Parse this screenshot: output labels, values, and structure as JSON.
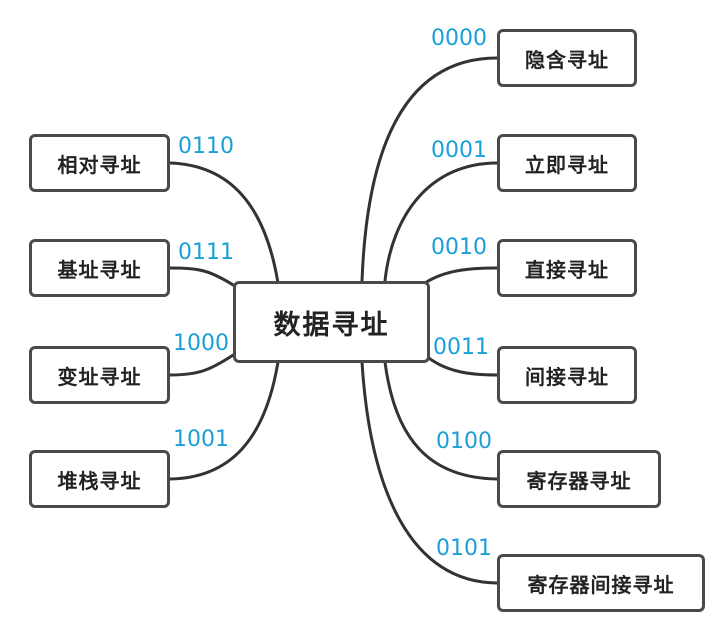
{
  "center": {
    "label": "数据寻址"
  },
  "left": [
    {
      "label": "相对寻址",
      "code": "0110"
    },
    {
      "label": "基址寻址",
      "code": "0111"
    },
    {
      "label": "变址寻址",
      "code": "1000"
    },
    {
      "label": "堆栈寻址",
      "code": "1001"
    }
  ],
  "right": [
    {
      "label": "隐含寻址",
      "code": "0000"
    },
    {
      "label": "立即寻址",
      "code": "0001"
    },
    {
      "label": "直接寻址",
      "code": "0010"
    },
    {
      "label": "间接寻址",
      "code": "0011"
    },
    {
      "label": "寄存器寻址",
      "code": "0100"
    },
    {
      "label": "寄存器间接寻址",
      "code": "0101"
    }
  ],
  "colors": {
    "code": "#1a9fd8",
    "line": "#333333",
    "border": "#4a4a4a"
  }
}
